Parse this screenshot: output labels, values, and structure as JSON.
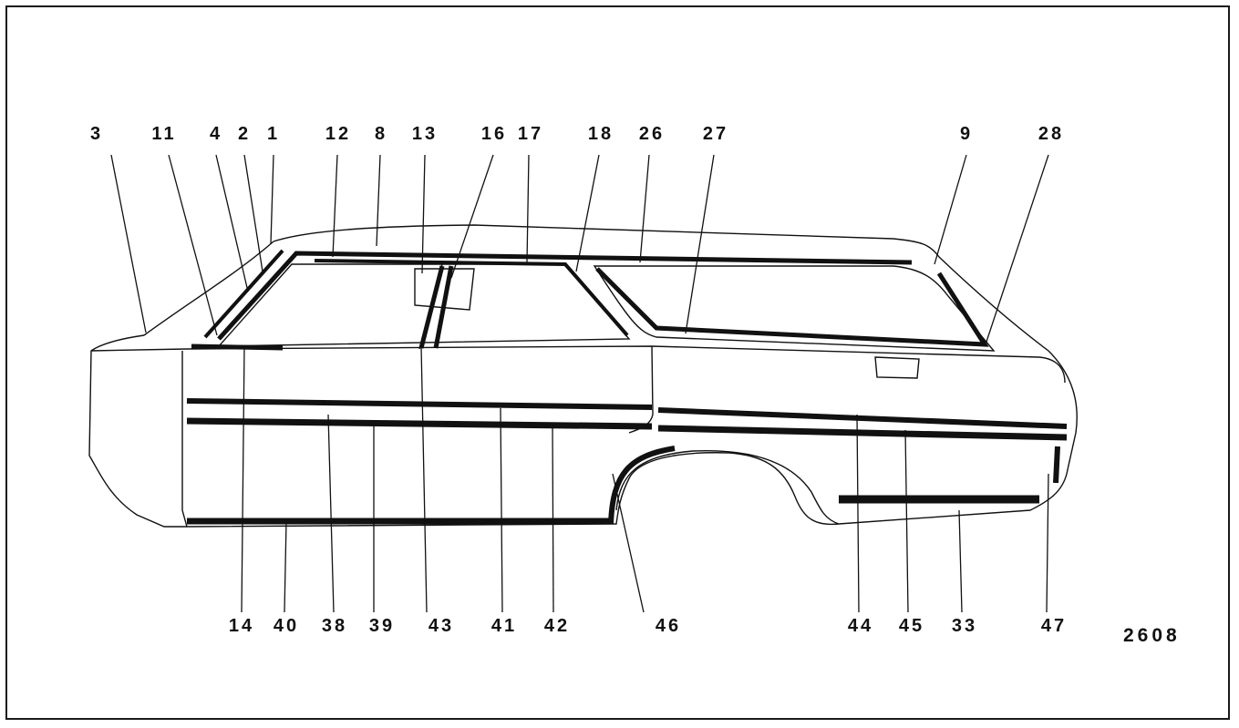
{
  "figure_number": "2608",
  "callouts_top": [
    "3",
    "11",
    "4",
    "2",
    "1",
    "12",
    "8",
    "13",
    "16",
    "17",
    "18",
    "26",
    "27",
    "9",
    "28"
  ],
  "callouts_bottom": [
    "14",
    "40",
    "38",
    "39",
    "43",
    "41",
    "42",
    "46",
    "44",
    "45",
    "33",
    "47"
  ],
  "colors": {
    "ink": "#111111",
    "paper": "#ffffff"
  }
}
